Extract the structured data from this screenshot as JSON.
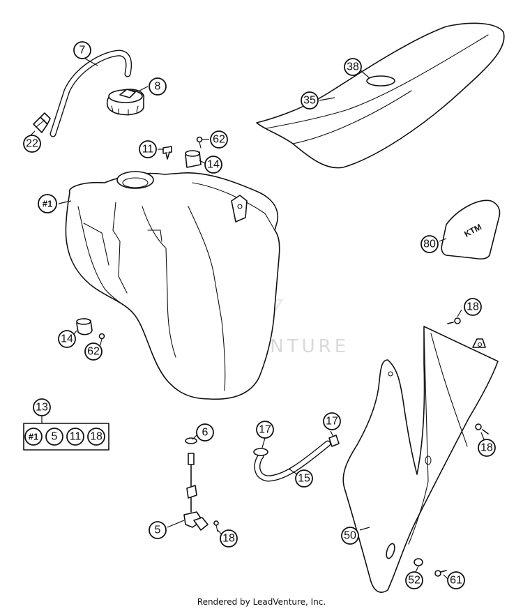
{
  "watermark": "LEADVENTURE",
  "credit": "Rendered by LeadVenture, Inc.",
  "callouts": [
    {
      "id": "7",
      "label": "7"
    },
    {
      "id": "8",
      "label": "8"
    },
    {
      "id": "22",
      "label": "22"
    },
    {
      "id": "11",
      "label": "11"
    },
    {
      "id": "62a",
      "label": "62"
    },
    {
      "id": "14a",
      "label": "14"
    },
    {
      "id": "38",
      "label": "38"
    },
    {
      "id": "35",
      "label": "35"
    },
    {
      "id": "1",
      "label": "#1"
    },
    {
      "id": "80",
      "label": "80"
    },
    {
      "id": "14b",
      "label": "14"
    },
    {
      "id": "62b",
      "label": "62"
    },
    {
      "id": "18a",
      "label": "18"
    },
    {
      "id": "13",
      "label": "13"
    },
    {
      "id": "6",
      "label": "6"
    },
    {
      "id": "17a",
      "label": "17"
    },
    {
      "id": "17b",
      "label": "17"
    },
    {
      "id": "15",
      "label": "15"
    },
    {
      "id": "18b",
      "label": "18"
    },
    {
      "id": "5",
      "label": "5"
    },
    {
      "id": "18c",
      "label": "18"
    },
    {
      "id": "50",
      "label": "50"
    },
    {
      "id": "52",
      "label": "52"
    },
    {
      "id": "61",
      "label": "61"
    }
  ],
  "kit_contents": [
    "#1",
    "5",
    "11",
    "18"
  ]
}
